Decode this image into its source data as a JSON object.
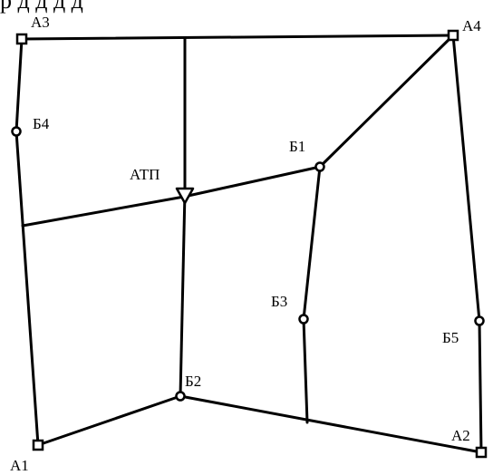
{
  "top_text": "р     д             д      д       д",
  "colors": {
    "line": "#000000",
    "background": "#ffffff"
  },
  "nodes": {
    "A1": {
      "label": "A1",
      "kind": "square"
    },
    "A2": {
      "label": "A2",
      "kind": "square"
    },
    "A3": {
      "label": "A3",
      "kind": "square"
    },
    "A4": {
      "label": "A4",
      "kind": "square"
    },
    "B1": {
      "label": "Б1",
      "kind": "circle"
    },
    "B2": {
      "label": "Б2",
      "kind": "circle"
    },
    "B3": {
      "label": "Б3",
      "kind": "circle"
    },
    "B4": {
      "label": "Б4",
      "kind": "circle"
    },
    "B5": {
      "label": "Б5",
      "kind": "circle"
    },
    "ATP": {
      "label": "АТП",
      "kind": "triangle"
    }
  }
}
